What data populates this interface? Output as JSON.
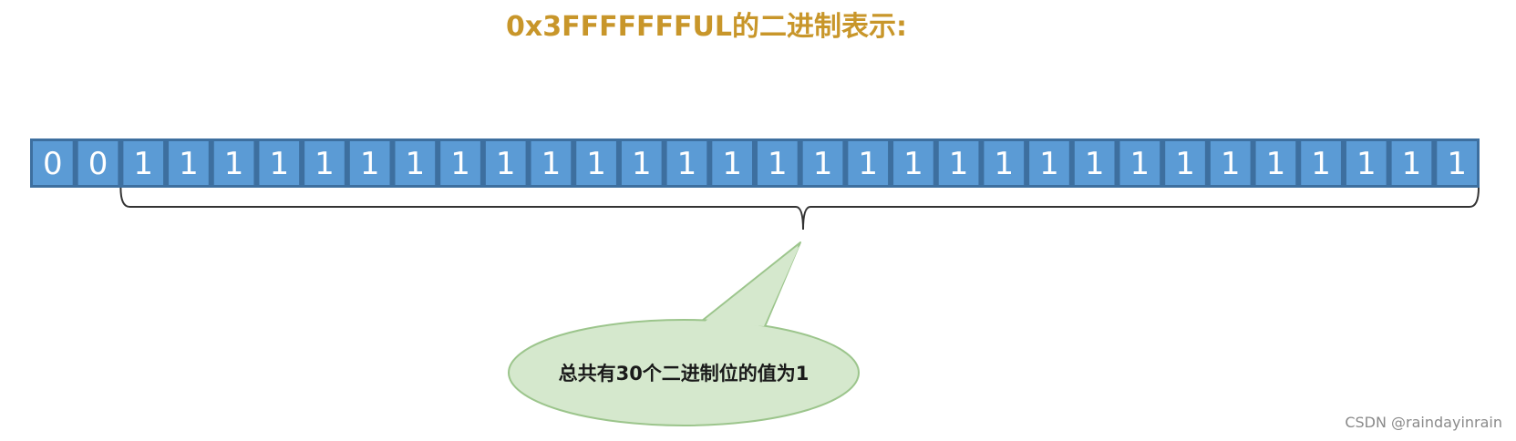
{
  "title": "0x3FFFFFFFUL的二进制表示:",
  "bits": [
    "0",
    "0",
    "1",
    "1",
    "1",
    "1",
    "1",
    "1",
    "1",
    "1",
    "1",
    "1",
    "1",
    "1",
    "1",
    "1",
    "1",
    "1",
    "1",
    "1",
    "1",
    "1",
    "1",
    "1",
    "1",
    "1",
    "1",
    "1",
    "1",
    "1",
    "1",
    "1"
  ],
  "bubble_text": "总共有30个二进制位的值为1",
  "watermark": "CSDN @raindayinrain",
  "colors": {
    "title": "#c8962a",
    "cell_fill": "#5b9bd5",
    "cell_border": "#3d6f9f",
    "bubble_fill": "#d5e8cd",
    "bubble_stroke": "#9cc58c",
    "brace": "#333333"
  }
}
